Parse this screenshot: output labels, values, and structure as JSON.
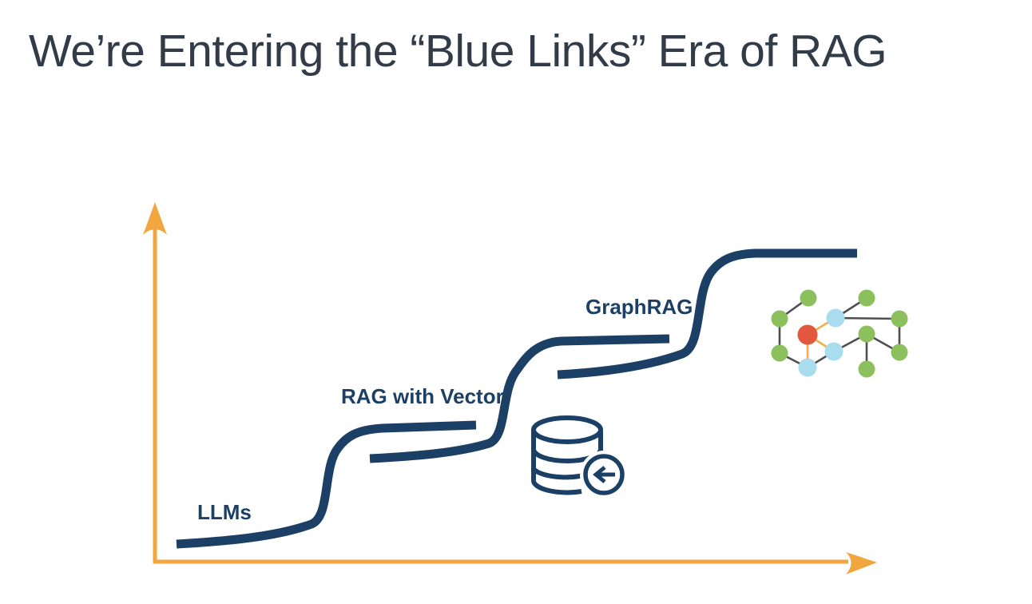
{
  "slide": {
    "title": "We’re Entering the “Blue Links” Era of RAG"
  },
  "diagram": {
    "type": "s-curve-step-diagram",
    "stages": [
      {
        "label": "LLMs"
      },
      {
        "label": "RAG with Vector"
      },
      {
        "label": "GraphRAG"
      }
    ],
    "icons": [
      {
        "name": "vector-database-icon"
      },
      {
        "name": "knowledge-graph-icon"
      }
    ],
    "colors": {
      "curve_navy": "#1C4065",
      "axis_orange": "#F1A63F",
      "title_slate": "#323B48",
      "graph_node_green": "#8CC05C",
      "graph_node_cyan": "#A9DCEC",
      "graph_node_red": "#E2573E",
      "graph_edge_gray": "#4F4F4F",
      "graph_edge_orange": "#F5AD4A"
    }
  }
}
